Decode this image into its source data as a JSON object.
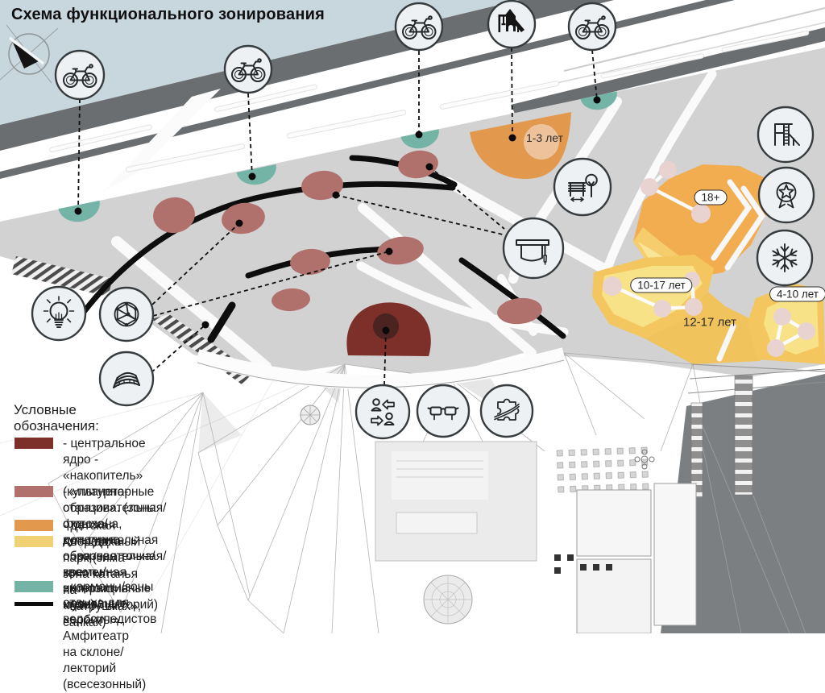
{
  "title": "Схема функционального зонирования",
  "legend": {
    "heading": "Условные обозначения:",
    "items": [
      {
        "name": "central-core",
        "color": "#7d2f2a",
        "text": "- центральное ядро - «накопитель»\n(культурно-образовательная/ фотозона,\n дополнительная обзорная точка/временная экспозиция музея/лекторий)"
      },
      {
        "name": "planetary-stations",
        "color": "#b0716c",
        "text": "- «планетарные станции». (зоны отдыха/\n культурно-образовательная/квесты/интерактивные игры)"
      },
      {
        "name": "kids-playground",
        "color": "#e2994e",
        "text": "- детская площадка"
      },
      {
        "name": "rope-park",
        "color": "#f0d173",
        "text": "- веревочный парк  (зима – зона катанья на «ватрушках»,\nсанках)"
      },
      {
        "name": "bike-pockets",
        "color": "#74b4a7",
        "text": " - карманы/зоны отдыха для велосипедистов"
      },
      {
        "name": "orbits",
        "color": "#0d0d0d",
        "text": "- основные «орбиты». Амфитеатр на склоне/лекторий\n(всесезонный)"
      }
    ]
  },
  "age_labels": [
    {
      "id": "a13",
      "text": "1-3 лет",
      "pill": false
    },
    {
      "id": "a18",
      "text": "18+",
      "pill": true
    },
    {
      "id": "a1017",
      "text": "10-17 лет",
      "pill": true
    },
    {
      "id": "a1217",
      "text": "12-17 лет",
      "pill": false
    },
    {
      "id": "a410",
      "text": "4-10 лет",
      "pill": true
    }
  ],
  "icons": [
    "north-arrow",
    "bicycle",
    "playground",
    "bench-tree",
    "graduation-cap",
    "lightbulb",
    "planet-network",
    "amphitheater",
    "people-exchange",
    "3d-glasses",
    "puzzle",
    "slide",
    "star-medal",
    "snowflake"
  ],
  "colors": {
    "water": "#c8d6de",
    "road_dark": "#6a6e70",
    "plaza": "#d2d2d2",
    "zone_orange": "#f2ad50",
    "zone_yellow": "#f3c65f",
    "zone_pale": "#f8e287",
    "station_red": "#b0716c",
    "core_red": "#7d2f2a",
    "bike_teal": "#74b4a7",
    "icon_fill": "#edf1f3",
    "icon_stroke": "#363b3d"
  }
}
